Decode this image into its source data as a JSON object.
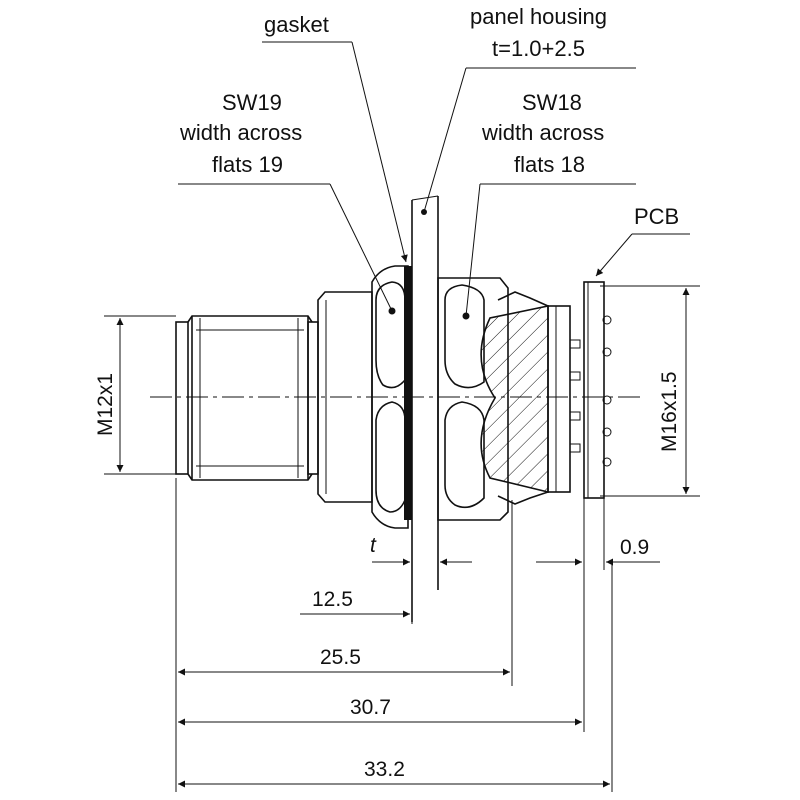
{
  "callouts": {
    "gasket": "gasket",
    "panel_housing": {
      "line1": "panel housing",
      "line2": "t=1.0+2.5"
    },
    "sw19": {
      "line1": "SW19",
      "line2": "width across",
      "line3": "flats 19"
    },
    "sw18": {
      "line1": "SW18",
      "line2": "width across",
      "line3": "flats 18"
    },
    "pcb": "PCB"
  },
  "dimensions": {
    "thread_left": "M12x1",
    "thread_right": "M16x1.5",
    "panel_thickness": "t",
    "pcb_thickness": "0.9",
    "d_12_5": "12.5",
    "d_25_5": "25.5",
    "d_30_7": "30.7",
    "d_33_2": "33.2"
  }
}
